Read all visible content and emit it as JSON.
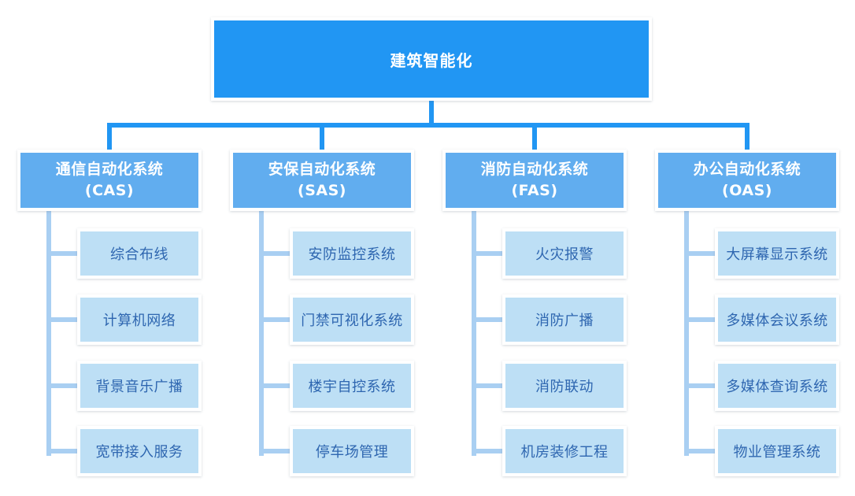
{
  "root": {
    "title": "建筑智能化"
  },
  "colors": {
    "root_fill": "#2196f3",
    "header_fill": "#61adef",
    "item_fill": "#bddff5",
    "item_text": "#2e66b0",
    "main_connector": "#2196f3",
    "sub_connector": "#a9cff2",
    "box_border": "#ffffff",
    "background": "#ffffff"
  },
  "branches": [
    {
      "title": "通信自动化系统",
      "abbr": "(CAS)",
      "items": [
        "综合布线",
        "计算机网络",
        "背景音乐广播",
        "宽带接入服务"
      ]
    },
    {
      "title": "安保自动化系统",
      "abbr": "(SAS)",
      "items": [
        "安防监控系统",
        "门禁可视化系统",
        "楼宇自控系统",
        "停车场管理"
      ]
    },
    {
      "title": "消防自动化系统",
      "abbr": "(FAS)",
      "items": [
        "火灾报警",
        "消防广播",
        "消防联动",
        "机房装修工程"
      ]
    },
    {
      "title": "办公自动化系统",
      "abbr": "(OAS)",
      "items": [
        "大屏幕显示系统",
        "多媒体会议系统",
        "多媒体查询系统",
        "物业管理系统"
      ]
    }
  ]
}
